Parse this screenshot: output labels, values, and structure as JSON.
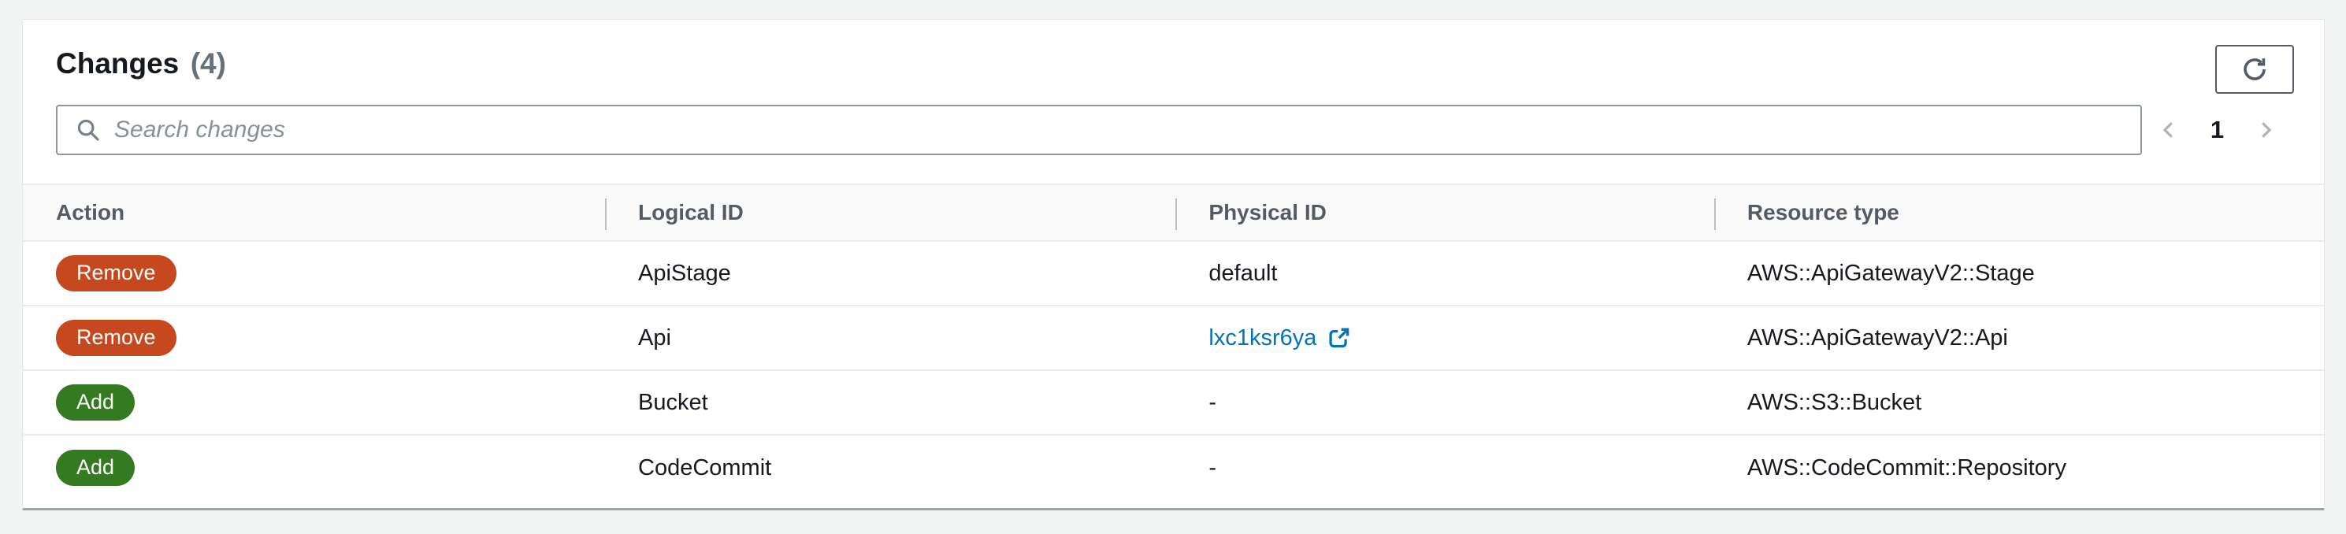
{
  "panel": {
    "title": "Changes",
    "count": "(4)"
  },
  "toolbar": {
    "search_placeholder": "Search changes"
  },
  "pagination": {
    "current_page": "1"
  },
  "icons": {
    "refresh": "refresh-icon",
    "search": "search-icon",
    "chevron_left": "chevron-left-icon",
    "chevron_right": "chevron-right-icon",
    "external_link": "external-link-icon"
  },
  "colors": {
    "page_background": "#f2f3f3",
    "panel_background": "#ffffff",
    "badge_remove": "#c6481f",
    "badge_add": "#337a21",
    "link": "#0073bb",
    "header_text": "#545b64",
    "body_text": "#16191f",
    "border_light": "#eaeded"
  },
  "table": {
    "columns": [
      "Action",
      "Logical ID",
      "Physical ID",
      "Resource type"
    ],
    "rows": [
      {
        "action": "Remove",
        "action_type": "remove",
        "logical_id": "ApiStage",
        "physical_id": "default",
        "physical_is_link": false,
        "resource_type": "AWS::ApiGatewayV2::Stage"
      },
      {
        "action": "Remove",
        "action_type": "remove",
        "logical_id": "Api",
        "physical_id": "lxc1ksr6ya",
        "physical_is_link": true,
        "resource_type": "AWS::ApiGatewayV2::Api"
      },
      {
        "action": "Add",
        "action_type": "add",
        "logical_id": "Bucket",
        "physical_id": "-",
        "physical_is_link": false,
        "resource_type": "AWS::S3::Bucket"
      },
      {
        "action": "Add",
        "action_type": "add",
        "logical_id": "CodeCommit",
        "physical_id": "-",
        "physical_is_link": false,
        "resource_type": "AWS::CodeCommit::Repository"
      }
    ]
  }
}
